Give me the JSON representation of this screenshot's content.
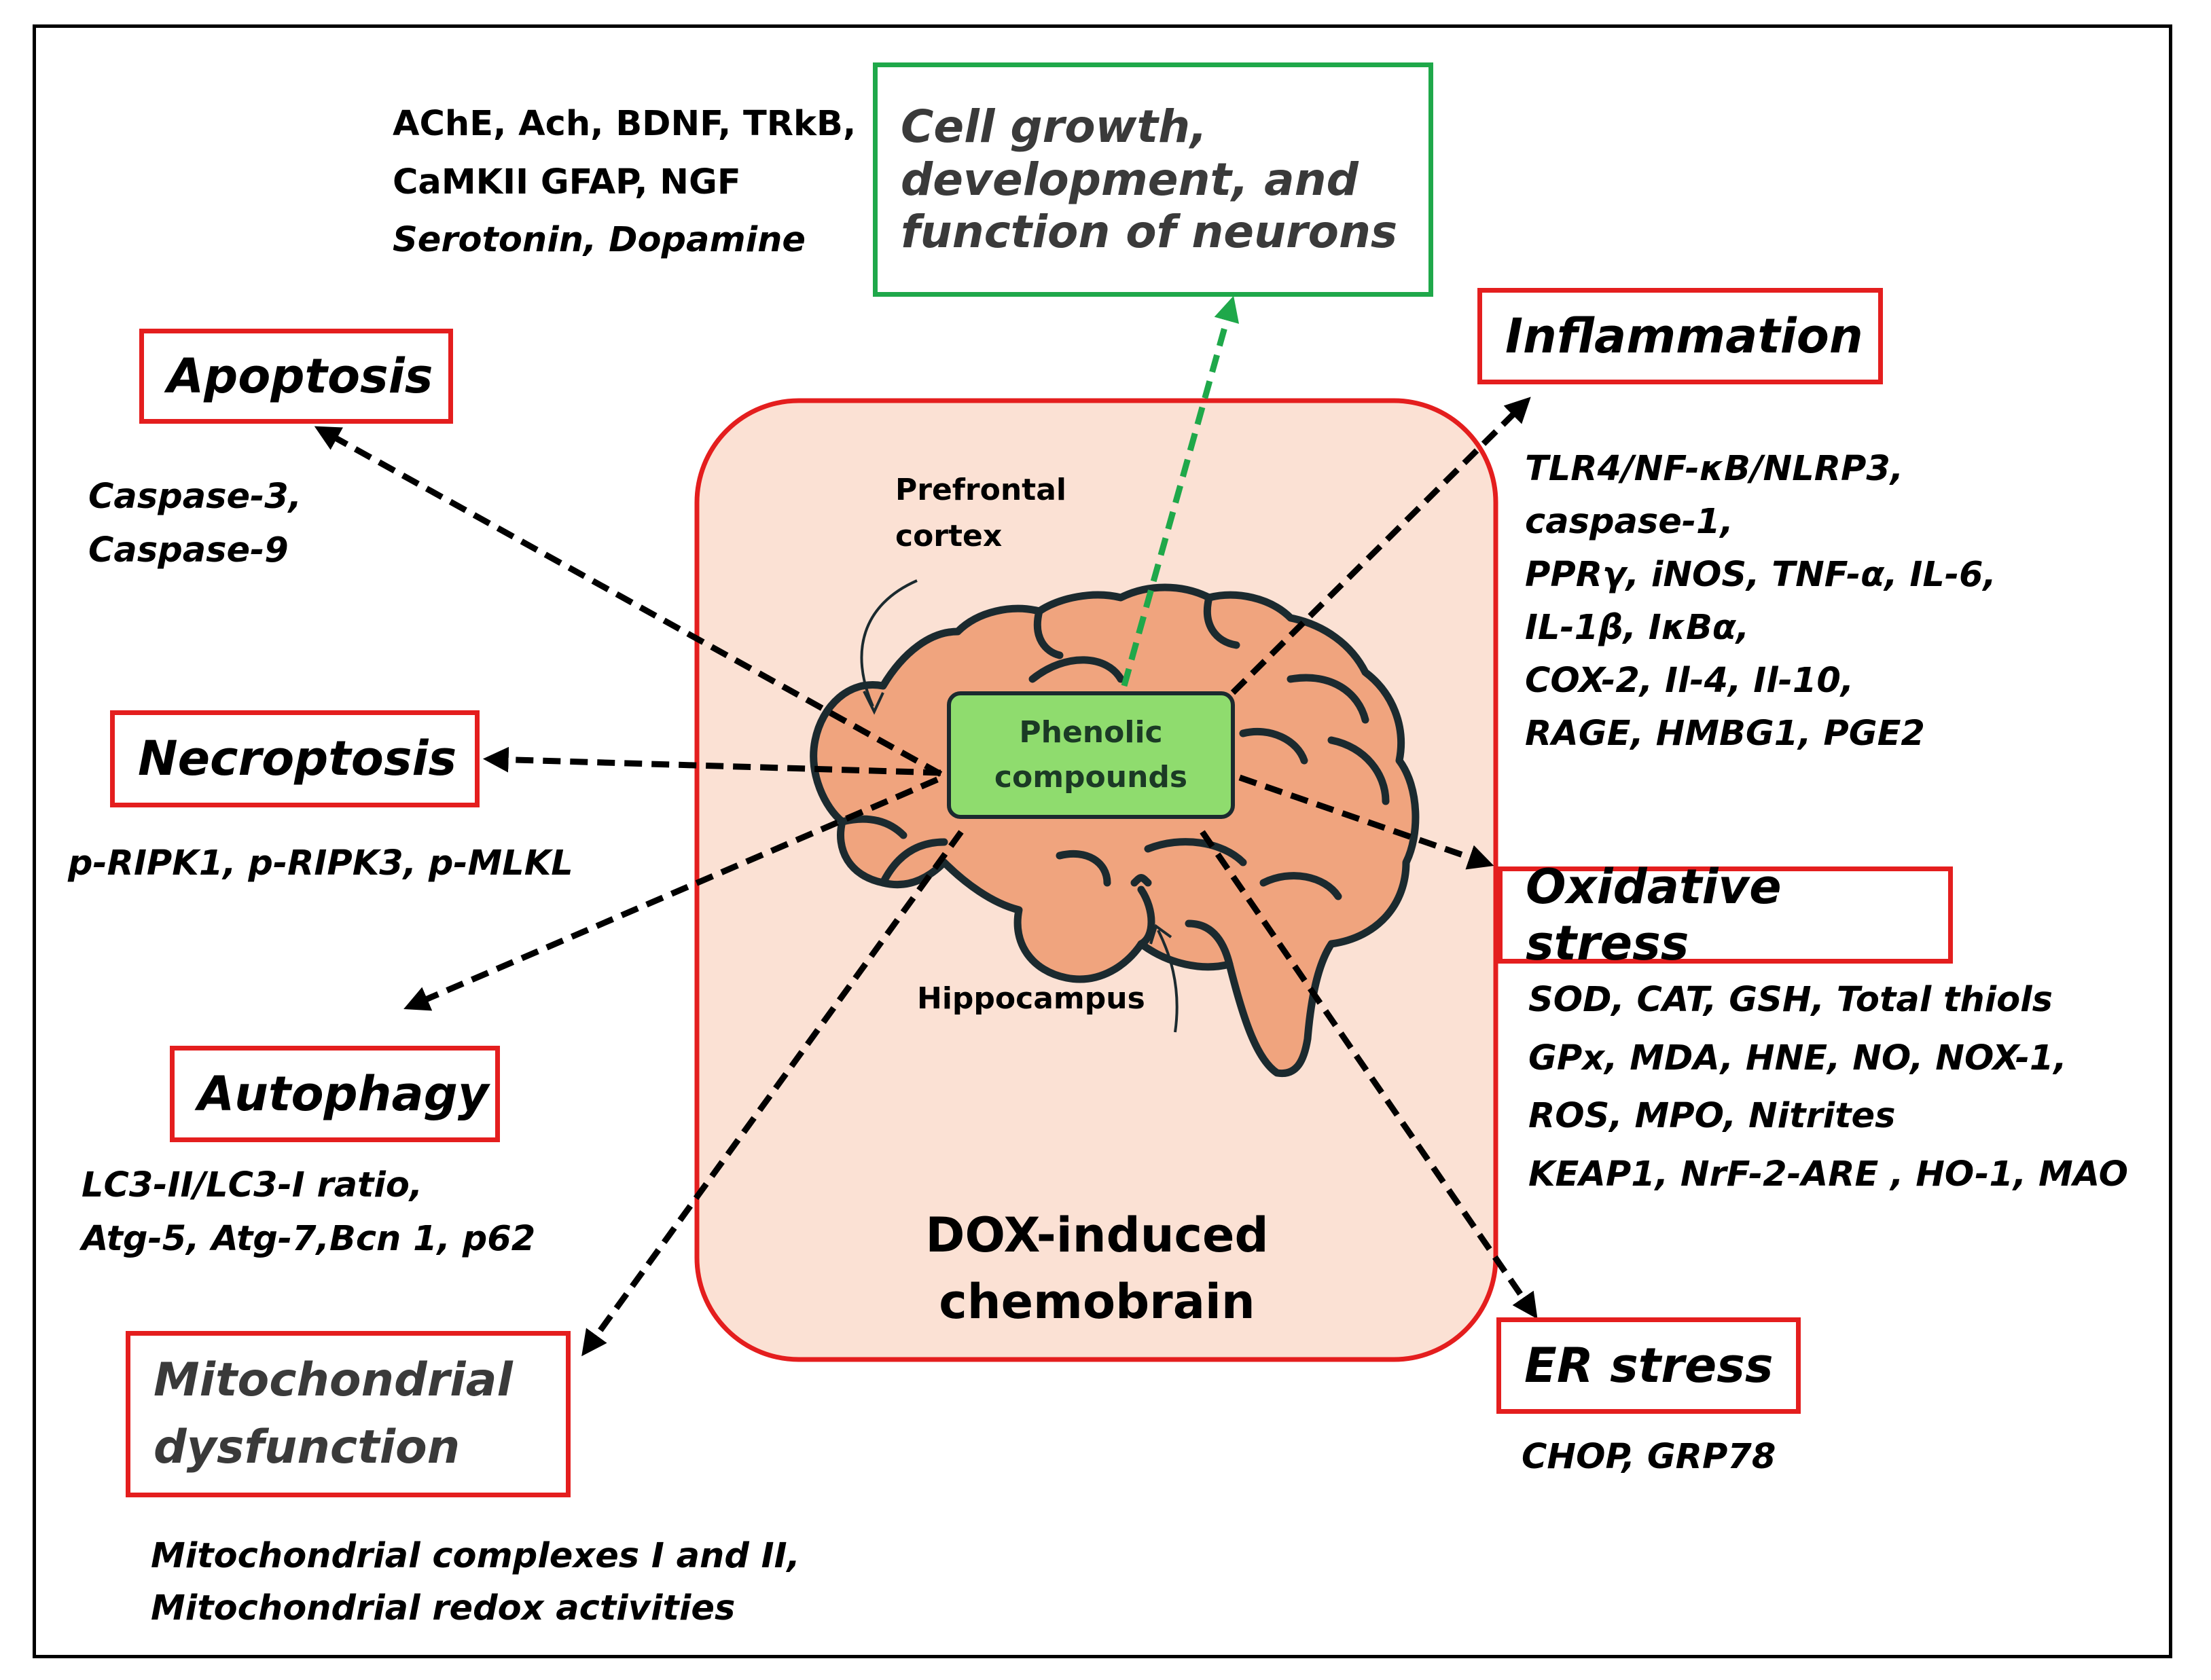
{
  "center": {
    "compound_line1": "Phenolic",
    "compound_line2": "compounds",
    "condition_line1": "DOX-induced",
    "condition_line2": "chemobrain",
    "region_pfc_line1": "Prefrontal",
    "region_pfc_line2": "cortex",
    "region_hippo": "Hippocampus"
  },
  "neurons": {
    "title_line1": "Cell growth,",
    "title_line2": "development, and",
    "title_line3": "function of neurons",
    "markers_line1": "AChE, Ach, BDNF, TRkB,",
    "markers_line2": "CaMKII GFAP, NGF",
    "markers_line3": "Serotonin, Dopamine"
  },
  "apoptosis": {
    "title": "Apoptosis",
    "markers_line1": "Caspase-3,",
    "markers_line2": "Caspase-9"
  },
  "necroptosis": {
    "title": "Necroptosis",
    "markers_line1": "p-RIPK1, p-RIPK3, p-MLKL"
  },
  "autophagy": {
    "title": "Autophagy",
    "markers_line1": "LC3-II/LC3-I ratio,",
    "markers_line2": "Atg-5, Atg-7,Bcn 1, p62"
  },
  "mitochondrial": {
    "title_line1": "Mitochondrial",
    "title_line2": "dysfunction",
    "markers_line1": "Mitochondrial complexes I and II,",
    "markers_line2": "Mitochondrial redox activities"
  },
  "inflammation": {
    "title": "Inflammation",
    "markers_line1": "TLR4/NF-κB/NLRP3,",
    "markers_line2": "caspase-1,",
    "markers_line3": "PPRγ, iNOS, TNF-α, IL-6,",
    "markers_line4": "IL-1β, IκBα,",
    "markers_line5": "COX-2, Il-4, Il-10,",
    "markers_line6": "RAGE, HMBG1, PGE2"
  },
  "oxidative": {
    "title": "Oxidative stress",
    "markers_line1": "SOD, CAT, GSH, Total thiols",
    "markers_line2": "GPx, MDA, HNE, NO, NOX-1,",
    "markers_line3": "ROS, MPO, Nitrites",
    "markers_line4": "KEAP1, NrF-2-ARE , HO-1, MAO"
  },
  "er": {
    "title": "ER stress",
    "markers_line1": "CHOP, GRP78"
  },
  "colors": {
    "frame_red": "#e41e1e",
    "frame_green": "#1fa84a",
    "panel_fill": "#fbe1d4",
    "brain_fill": "#f0a47e",
    "brain_stroke": "#1b2a2f",
    "compound_fill": "#8fdc6e",
    "arrow_black": "#000000",
    "arrow_green": "#1fa84a"
  }
}
